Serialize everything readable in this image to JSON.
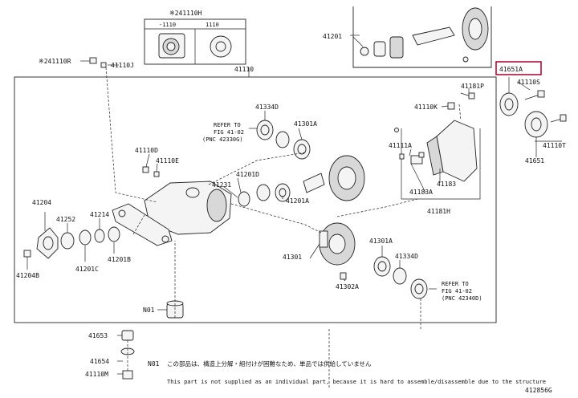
{
  "labels": {
    "l_41110h_top": "※241110H",
    "l_1110_a": "-1110",
    "l_1110_b": "1110",
    "l_41201": "41201",
    "l_41651a": "41651A",
    "l_41110s": "41110S",
    "l_41110t": "41110T",
    "l_41651": "41651",
    "l_41110r": "※241110R",
    "l_41110j": "41110J",
    "l_41110": "41110",
    "l_41181p": "41181P",
    "l_41110k": "41110K",
    "l_41334d_a": "41334D",
    "l_41301a_a": "41301A",
    "l_refer1_a": "REFER TO",
    "l_refer1_b": "FIG 41-02",
    "l_refer1_c": "(PNC 42330G)",
    "l_41110d": "41110D",
    "l_41110e": "41110E",
    "l_41111a": "41111A",
    "l_41201d": "41201D",
    "l_41231": "41231",
    "l_41201a_a": "41201A",
    "l_41183a": "41183A",
    "l_41183": "41183",
    "l_41181h": "41181H",
    "l_41204": "41204",
    "l_41252": "41252",
    "l_41214": "41214",
    "l_41201c": "41201C",
    "l_41201b": "41201B",
    "l_41204b": "41204B",
    "l_41301": "41301",
    "l_41301a_b": "41301A",
    "l_41334d_b": "41334D",
    "l_41302a": "41302A",
    "l_refer2_a": "REFER TO",
    "l_refer2_b": "FIG 41-02",
    "l_refer2_c": "(PNC 42340D)",
    "l_n01_a": "N01",
    "l_41653": "41653",
    "l_41654": "41654",
    "l_41110m": "41110M",
    "l_n01_b": "N01",
    "note_jp": "この部品は、構造上分解・組付けが困難なため、単品では供給していません",
    "note_en": "This part is not supplied as an individual part, because it is hard to assemble/disassemble due to the structure",
    "l_figno": "412856G"
  }
}
